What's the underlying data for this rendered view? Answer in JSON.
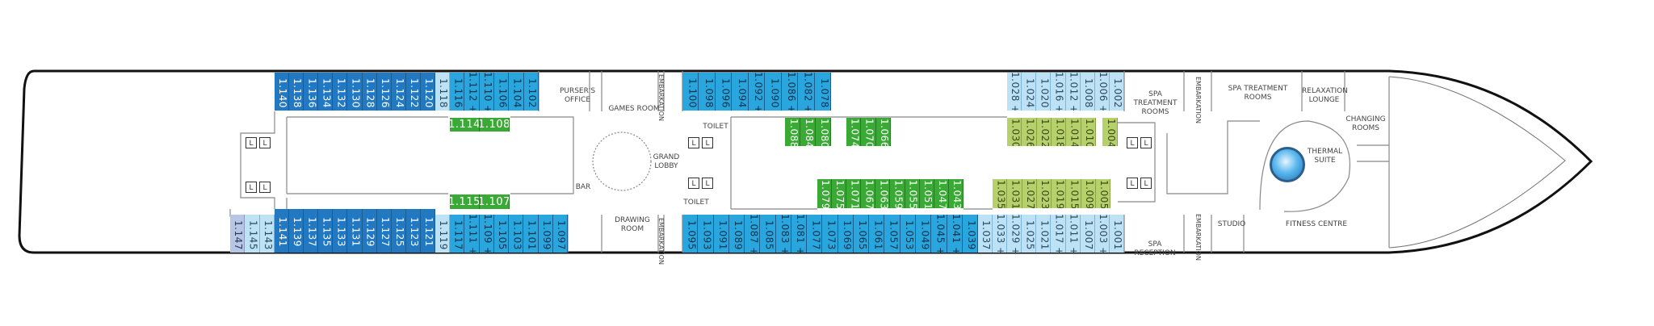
{
  "deck_plan": {
    "rooms": {
      "pursers_office": "PURSER'S OFFICE",
      "games_room": "GAMES ROOM",
      "grand_lobby": "GRAND LOBBY",
      "bar": "BAR",
      "toilet_top": "TOILET",
      "toilet_bottom": "TOILET",
      "drawing_room": "DRAWING ROOM",
      "embarkation_1": "EMBARKATION",
      "embarkation_2": "EMBARKATION",
      "embarkation_3": "EMBARKATION",
      "embarkation_4": "EMBARKATION",
      "spa_treatment_1": "SPA TREATMENT ROOMS",
      "spa_treatment_2": "SPA TREATMENT ROOMS",
      "relaxation_lounge": "RELAXATION LOUNGE",
      "changing_rooms": "CHANGING ROOMS",
      "thermal_suite": "THERMAL SUITE",
      "studio": "STUDIO",
      "fitness_centre": "FITNESS CENTRE",
      "spa_reception": "SPA RECEPTION"
    },
    "lift_label": "L",
    "colors": {
      "dark": "#2279c2",
      "mid": "#2aa6df",
      "light": "#bde2f6",
      "lavender": "#b8c6e6",
      "green": "#3ba935",
      "lime": "#b6d06c"
    },
    "cabin_groups": {
      "top_aft_dark": {
        "color": "dark",
        "cabins": [
          "1.140",
          "1.138",
          "1.136",
          "1.134",
          "1.132",
          "1.130",
          "1.128",
          "1.126",
          "1.124",
          "1.122",
          "1.120"
        ]
      },
      "top_aft_light": {
        "color": "light",
        "cabins": [
          "1.118"
        ]
      },
      "top_aft_mid": {
        "color": "mid",
        "cabins": [
          "1.116",
          "1.112 +",
          "1.110 +",
          "1.106",
          "1.104",
          "1.102"
        ]
      },
      "top_mid": {
        "color": "mid",
        "cabins": [
          "1.100",
          "1.098",
          "1.096",
          "1.094",
          "1.092 +",
          "1.090",
          "1.086 +",
          "1.082 +",
          "1.078"
        ]
      },
      "top_fwd_light": {
        "color": "light",
        "cabins": [
          "1.028 +",
          "1.024",
          "1.020",
          "1.016 +",
          "1.012 +",
          "1.008",
          "1.006 +",
          "1.002"
        ]
      },
      "inner_top_aft_green": {
        "color": "green",
        "cabins": [
          "1.114",
          "1.108"
        ]
      },
      "inner_bottom_aft_green": {
        "color": "green",
        "cabins": [
          "1.115",
          "1.107"
        ]
      },
      "inner_top_green_a": {
        "color": "green",
        "cabins": [
          "1.088",
          "1.084",
          "1.080"
        ]
      },
      "inner_top_green_b": {
        "color": "green",
        "cabins": [
          "1.074",
          "1.070",
          "1.066"
        ]
      },
      "inner_top_lime": {
        "color": "lime",
        "cabins": [
          "1.030",
          "1.026",
          "1.022",
          "1.018",
          "1.014",
          "1.010"
        ]
      },
      "inner_top_lime_b": {
        "color": "lime",
        "cabins": [
          "1.004"
        ]
      },
      "inner_bottom_green": {
        "color": "green",
        "cabins": [
          "1.079",
          "1.075",
          "1.071",
          "1.067",
          "1.063",
          "1.059",
          "1.055",
          "1.051",
          "1.047",
          "1.043"
        ]
      },
      "inner_bottom_lime": {
        "color": "lime",
        "cabins": [
          "1.035",
          "1.031",
          "1.027",
          "1.023",
          "1.019",
          "1.015",
          "1.009",
          "1.005"
        ]
      },
      "bottom_aft_lav": {
        "color": "lav",
        "cabins": [
          "1.147"
        ]
      },
      "bottom_aft_light": {
        "color": "light",
        "cabins": [
          "1.145",
          "1.143"
        ]
      },
      "bottom_aft_dark": {
        "color": "dark",
        "cabins": [
          "1.141",
          "1.139",
          "1.137",
          "1.135",
          "1.133",
          "1.131",
          "1.129",
          "1.127",
          "1.125",
          "1.123",
          "1.121"
        ]
      },
      "bottom_aft_light2": {
        "color": "light",
        "cabins": [
          "1.119"
        ]
      },
      "bottom_aft_mid": {
        "color": "mid",
        "cabins": [
          "1.117",
          "1.111 +",
          "1.109 +",
          "1.105",
          "1.103",
          "1.101",
          "1.099",
          "1.097"
        ]
      },
      "bottom_mid": {
        "color": "mid",
        "cabins": [
          "1.095",
          "1.093",
          "1.091",
          "1.089",
          "1.087 +",
          "1.085",
          "1.083 +",
          "1.081 +",
          "1.077",
          "1.073",
          "1.069",
          "1.065",
          "1.061",
          "1.057",
          "1.053",
          "1.049",
          "1.045 +",
          "1.041 +",
          "1.039"
        ]
      },
      "bottom_fwd_light": {
        "color": "light",
        "cabins": [
          "1.037",
          "1.033 +",
          "1.029 +",
          "1.025",
          "1.021",
          "1.017 +",
          "1.011 +",
          "1.007",
          "1.003 +",
          "1.001"
        ]
      }
    }
  }
}
